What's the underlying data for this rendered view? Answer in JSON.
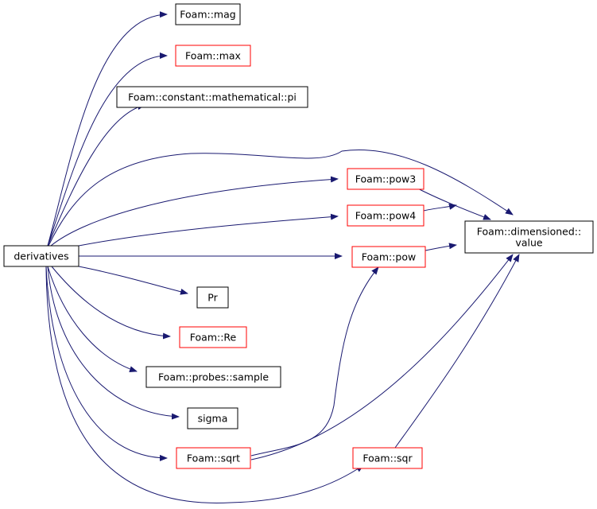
{
  "colors": {
    "edge": "#191970",
    "border_normal": "#000000",
    "border_highlight": "#ff0000",
    "root_fill": "#bfbfbf",
    "node_fill": "#ffffff"
  },
  "nodes": [
    {
      "id": "derivatives",
      "lines": [
        "derivatives"
      ],
      "kind": "root"
    },
    {
      "id": "mag",
      "lines": [
        "Foam::mag"
      ],
      "kind": "normal"
    },
    {
      "id": "max",
      "lines": [
        "Foam::max"
      ],
      "kind": "highlight"
    },
    {
      "id": "pi",
      "lines": [
        "Foam::constant::mathematical::pi"
      ],
      "kind": "normal"
    },
    {
      "id": "pow3",
      "lines": [
        "Foam::pow3"
      ],
      "kind": "highlight"
    },
    {
      "id": "pow4",
      "lines": [
        "Foam::pow4"
      ],
      "kind": "highlight"
    },
    {
      "id": "pow",
      "lines": [
        "Foam::pow"
      ],
      "kind": "highlight"
    },
    {
      "id": "pr",
      "lines": [
        "Pr"
      ],
      "kind": "normal"
    },
    {
      "id": "re",
      "lines": [
        "Foam::Re"
      ],
      "kind": "highlight"
    },
    {
      "id": "sample",
      "lines": [
        "Foam::probes::sample"
      ],
      "kind": "normal"
    },
    {
      "id": "sigma",
      "lines": [
        "sigma"
      ],
      "kind": "normal"
    },
    {
      "id": "sqrt",
      "lines": [
        "Foam::sqrt"
      ],
      "kind": "highlight"
    },
    {
      "id": "sqr",
      "lines": [
        "Foam::sqr"
      ],
      "kind": "highlight"
    },
    {
      "id": "value",
      "lines": [
        "Foam::dimensioned::",
        "value"
      ],
      "kind": "normal"
    }
  ],
  "edges": [
    {
      "from": "derivatives",
      "to": "mag"
    },
    {
      "from": "derivatives",
      "to": "max"
    },
    {
      "from": "derivatives",
      "to": "pi"
    },
    {
      "from": "derivatives",
      "to": "value"
    },
    {
      "from": "derivatives",
      "to": "pow3"
    },
    {
      "from": "derivatives",
      "to": "pow4"
    },
    {
      "from": "derivatives",
      "to": "pow"
    },
    {
      "from": "derivatives",
      "to": "pr"
    },
    {
      "from": "derivatives",
      "to": "re"
    },
    {
      "from": "derivatives",
      "to": "sample"
    },
    {
      "from": "derivatives",
      "to": "sigma"
    },
    {
      "from": "derivatives",
      "to": "sqrt"
    },
    {
      "from": "derivatives",
      "to": "sqr"
    },
    {
      "from": "pow3",
      "to": "value"
    },
    {
      "from": "pow4",
      "to": "value"
    },
    {
      "from": "pow",
      "to": "value"
    },
    {
      "from": "sqrt",
      "to": "pow"
    },
    {
      "from": "sqrt",
      "to": "value"
    },
    {
      "from": "sqr",
      "to": "value"
    }
  ]
}
